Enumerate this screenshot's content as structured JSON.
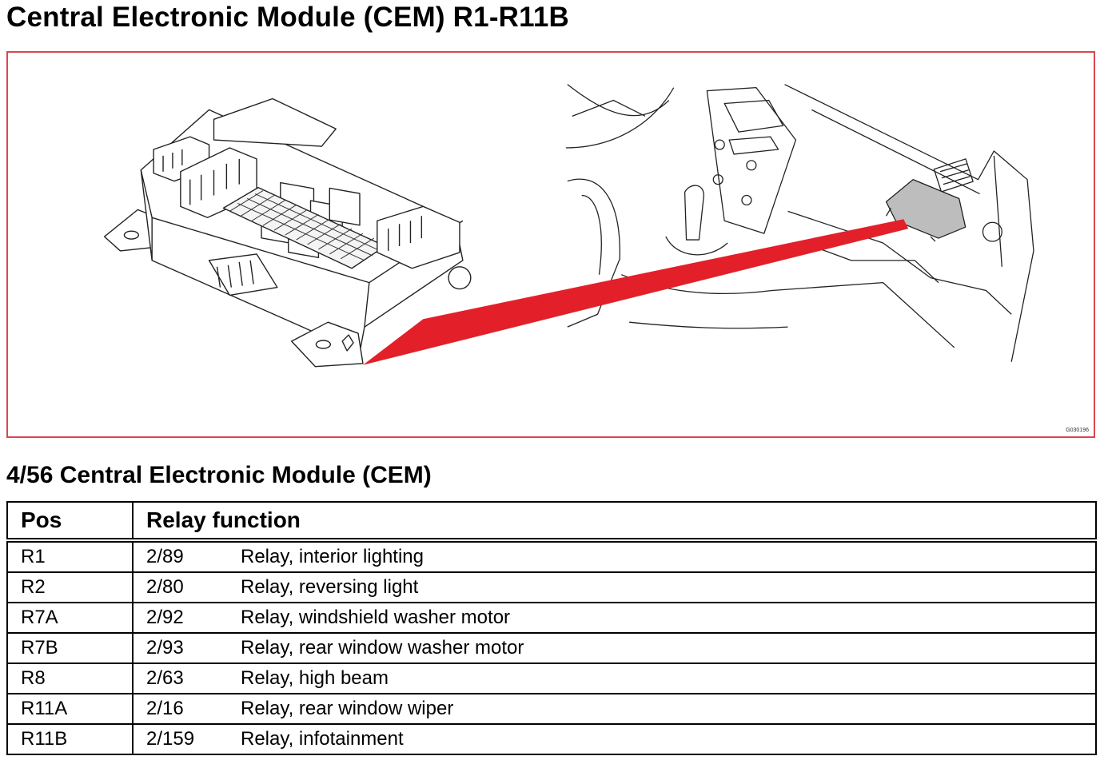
{
  "document": {
    "title": "Central Electronic Module (CEM) R1-R11B",
    "figure_code": "G030196",
    "section_title": "4/56 Central Electronic Module (CEM)"
  },
  "table": {
    "headers": [
      "Pos",
      "Relay function"
    ],
    "rows": [
      {
        "pos": "R1",
        "code": "2/89",
        "function": "Relay, interior lighting"
      },
      {
        "pos": "R2",
        "code": "2/80",
        "function": "Relay, reversing light"
      },
      {
        "pos": "R7A",
        "code": "2/92",
        "function": "Relay, windshield washer motor"
      },
      {
        "pos": "R7B",
        "code": "2/93",
        "function": "Relay, rear window washer motor"
      },
      {
        "pos": "R8",
        "code": "2/63",
        "function": "Relay, high beam"
      },
      {
        "pos": "R11A",
        "code": "2/16",
        "function": "Relay, rear window wiper"
      },
      {
        "pos": "R11B",
        "code": "2/159",
        "function": "Relay, infotainment"
      }
    ]
  },
  "colors": {
    "frame_border": "#d9474f",
    "pointer": "#e3202a"
  }
}
